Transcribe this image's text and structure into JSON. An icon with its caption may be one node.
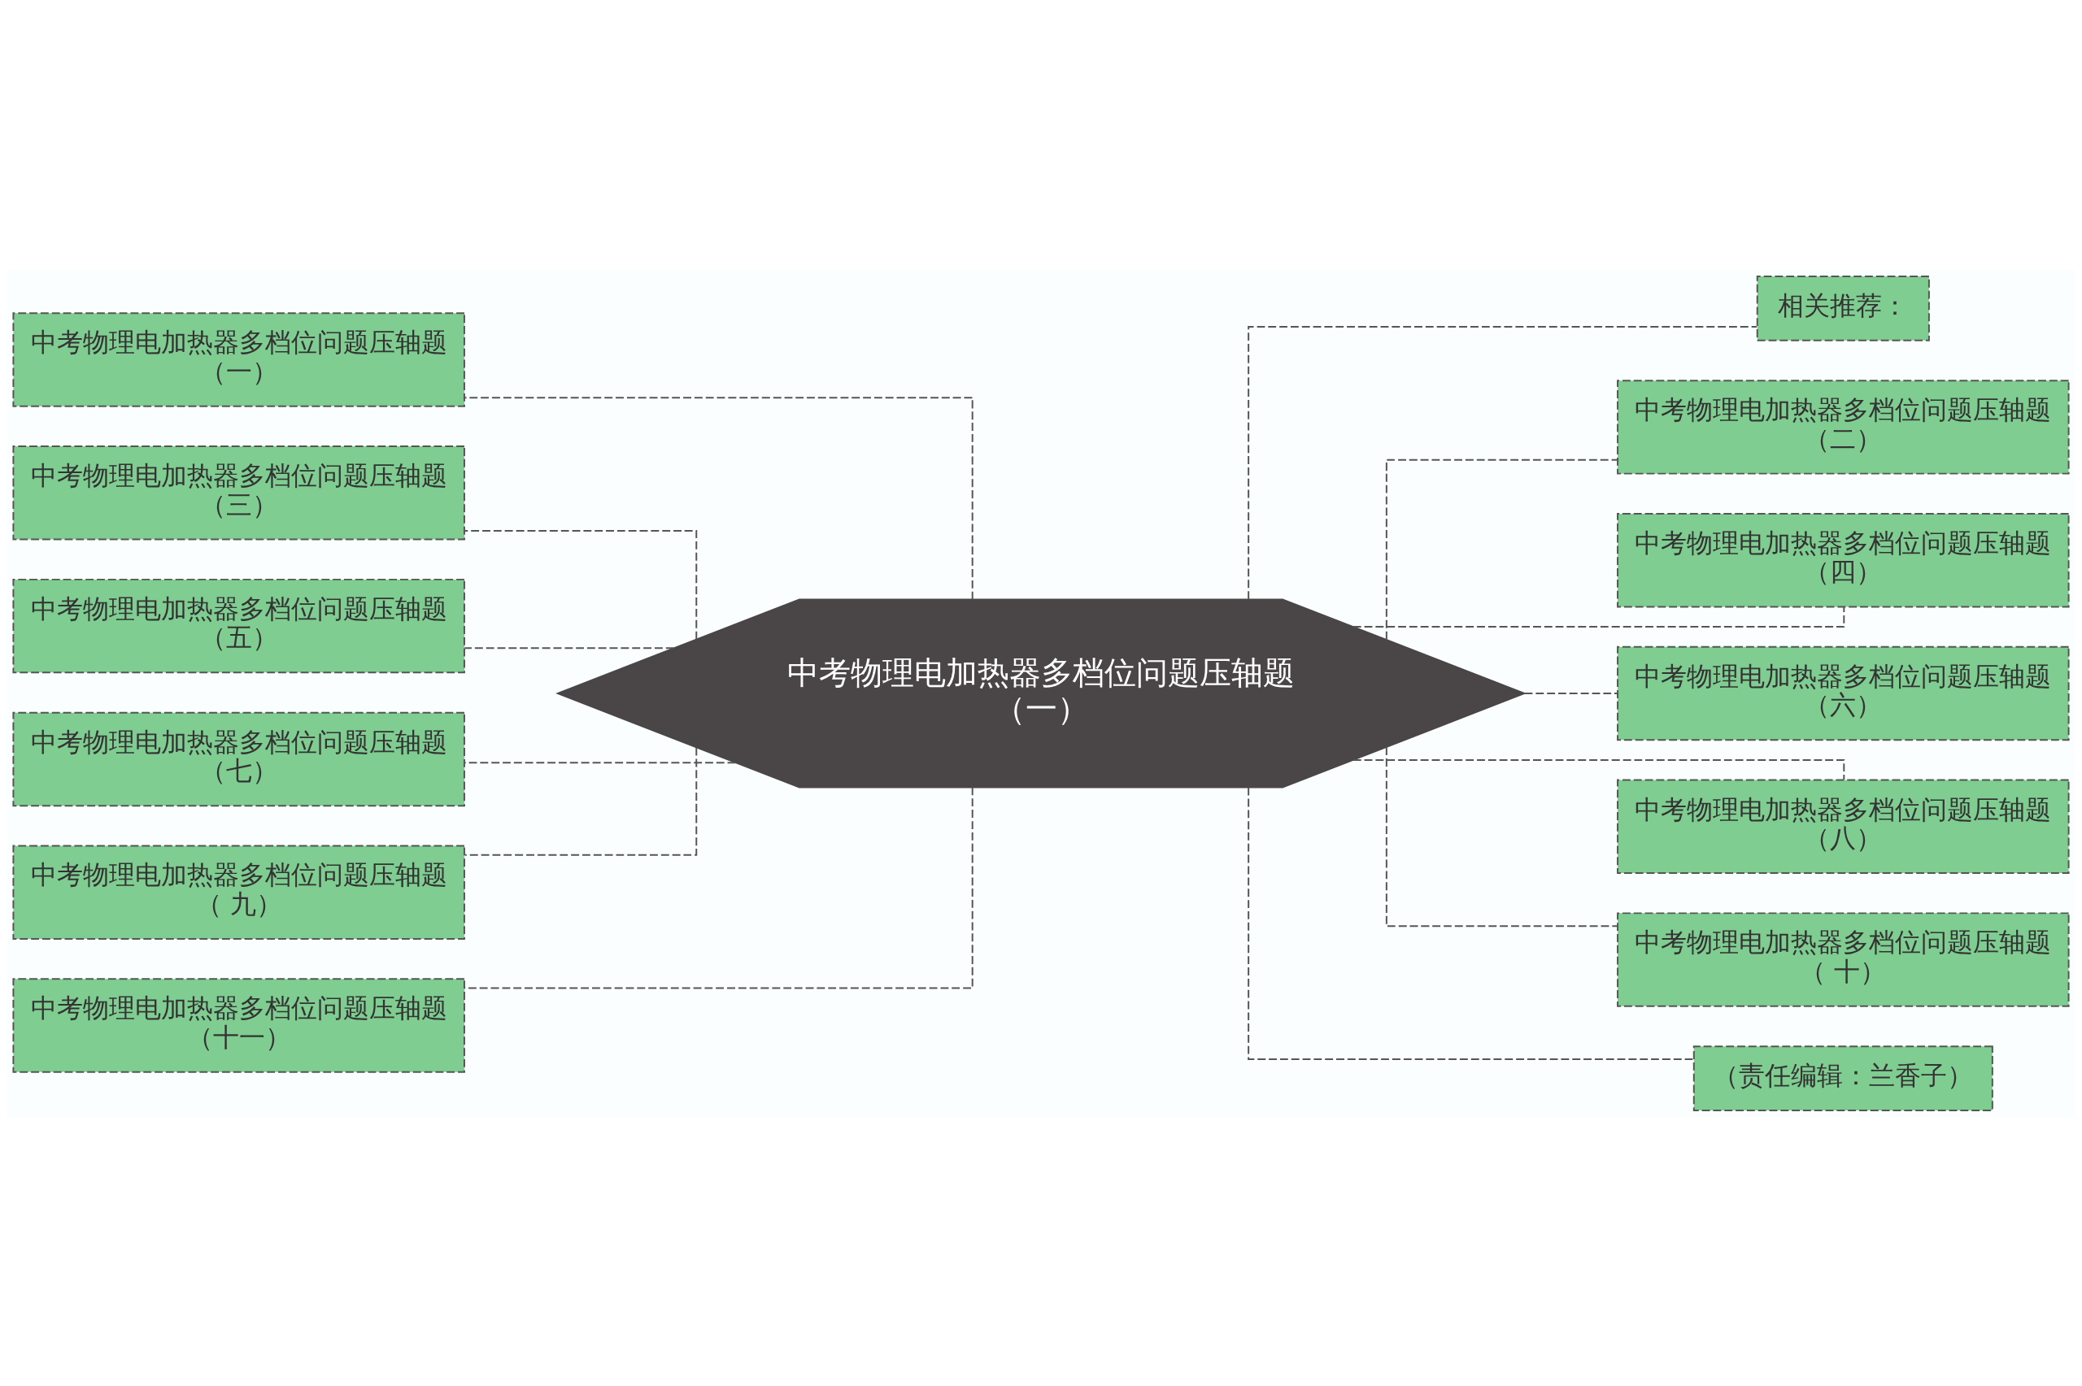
{
  "diagram": {
    "nodes": [
      {
        "text": [
          "中考物理电加热器多档位问题压轴题（一）"
        ]
      },
      {
        "text": [
          "中考物理电加热器多档位问题压轴题（一）"
        ]
      },
      {
        "text": [
          "中考物理电加热器多档位问题压轴题（三）"
        ]
      },
      {
        "text": [
          "中考物理电加热器多档位问题压轴题（五）"
        ]
      },
      {
        "text": [
          "中考物理电加热器多档位问题压轴题（七）"
        ]
      },
      {
        "text": [
          "中考物理电加热器多档位问题压轴题（ 九）"
        ]
      },
      {
        "text": [
          "中考物理电加热器多档位问题压轴题（十一）"
        ]
      },
      {
        "text": [
          "相关推荐："
        ]
      },
      {
        "text": [
          "中考物理电加热器多档位问题压轴题（二）"
        ]
      },
      {
        "text": [
          "中考物理电加热器多档位问题压轴题（四）"
        ]
      },
      {
        "text": [
          "中考物理电加热器多档位问题压轴题（六）"
        ]
      },
      {
        "text": [
          "中考物理电加热器多档位问题压轴题（八）"
        ]
      },
      {
        "text": [
          "中考物理电加热器多档位问题压轴题（ 十）"
        ]
      },
      {
        "text": [
          "（责任编辑：兰香子）"
        ]
      }
    ],
    "edges": [
      {
        "from": 0,
        "to": 1,
        "arrow": "none",
        "style": "dashed"
      },
      {
        "from": 0,
        "to": 2,
        "arrow": "none",
        "style": "dashed"
      },
      {
        "from": 0,
        "to": 3,
        "arrow": "none",
        "style": "dashed"
      },
      {
        "from": 0,
        "to": 4,
        "arrow": "none",
        "style": "dashed"
      },
      {
        "from": 0,
        "to": 5,
        "arrow": "none",
        "style": "dashed"
      },
      {
        "from": 0,
        "to": 6,
        "arrow": "none",
        "style": "dashed"
      },
      {
        "from": 0,
        "to": 7,
        "arrow": "none",
        "style": "dashed"
      },
      {
        "from": 0,
        "to": 8,
        "arrow": "none",
        "style": "dashed"
      },
      {
        "from": 0,
        "to": 9,
        "arrow": "none",
        "style": "dashed"
      },
      {
        "from": 0,
        "to": 10,
        "arrow": "none",
        "style": "dashed"
      },
      {
        "from": 0,
        "to": 11,
        "arrow": "none",
        "style": "dashed"
      },
      {
        "from": 0,
        "to": 12,
        "arrow": "none",
        "style": "dashed"
      },
      {
        "from": 0,
        "to": 13,
        "arrow": "none",
        "style": "dashed"
      }
    ]
  }
}
